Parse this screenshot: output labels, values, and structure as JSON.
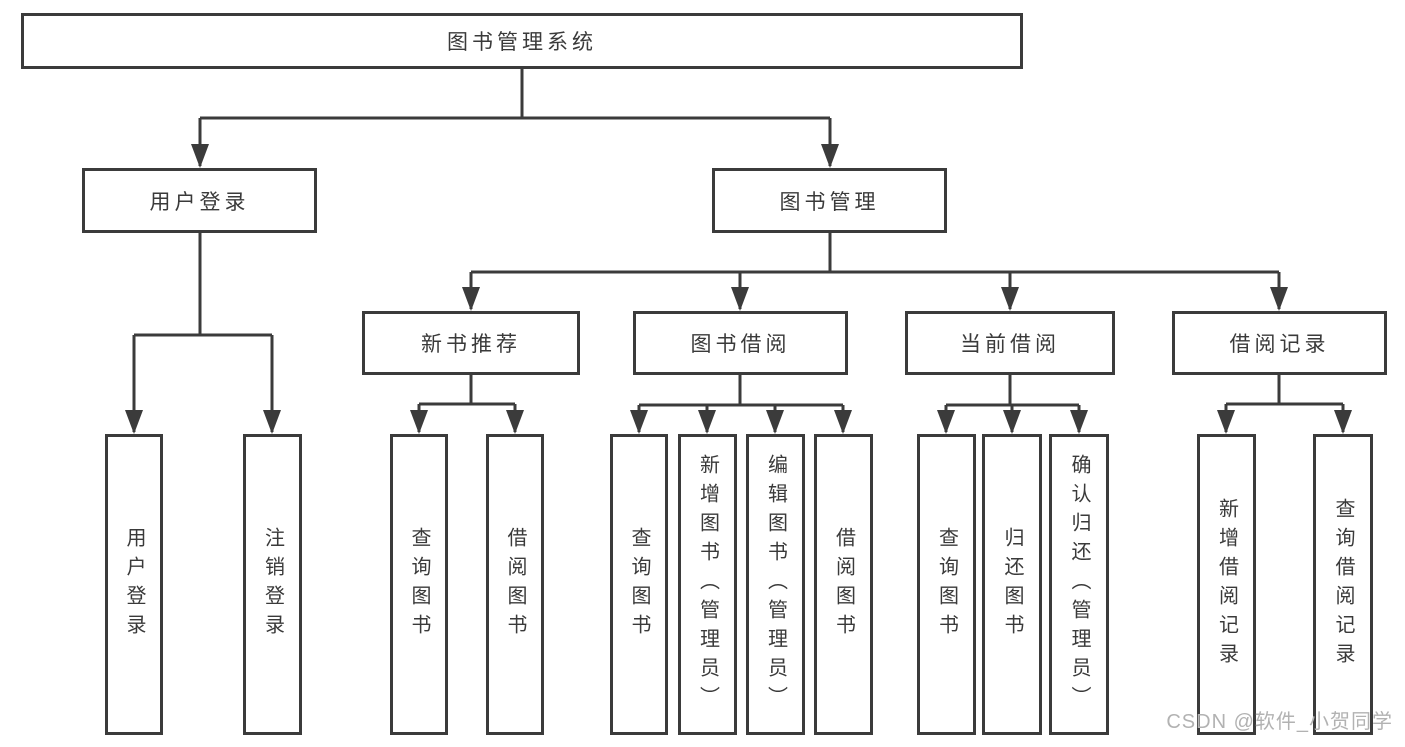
{
  "diagram": {
    "root": {
      "label": "图书管理系统"
    },
    "branches": [
      {
        "label": "用户登录",
        "children": [
          {
            "label": "用户登录"
          },
          {
            "label": "注销登录"
          }
        ]
      },
      {
        "label": "图书管理",
        "sections": [
          {
            "label": "新书推荐",
            "children": [
              {
                "label": "查询图书"
              },
              {
                "label": "借阅图书"
              }
            ]
          },
          {
            "label": "图书借阅",
            "children": [
              {
                "label": "查询图书"
              },
              {
                "label": "新增图书（管理员）"
              },
              {
                "label": "编辑图书（管理员）"
              },
              {
                "label": "借阅图书"
              }
            ]
          },
          {
            "label": "当前借阅",
            "children": [
              {
                "label": "查询图书"
              },
              {
                "label": "归还图书"
              },
              {
                "label": "确认归还（管理员）"
              }
            ]
          },
          {
            "label": "借阅记录",
            "children": [
              {
                "label": "新增借阅记录"
              },
              {
                "label": "查询借阅记录"
              }
            ]
          }
        ]
      }
    ]
  },
  "watermark": "CSDN @软件_小贺同学",
  "colors": {
    "line": "#3b3b3b",
    "text": "#3a3a3a",
    "watermark": "#b2b2b2",
    "background": "#ffffff"
  }
}
